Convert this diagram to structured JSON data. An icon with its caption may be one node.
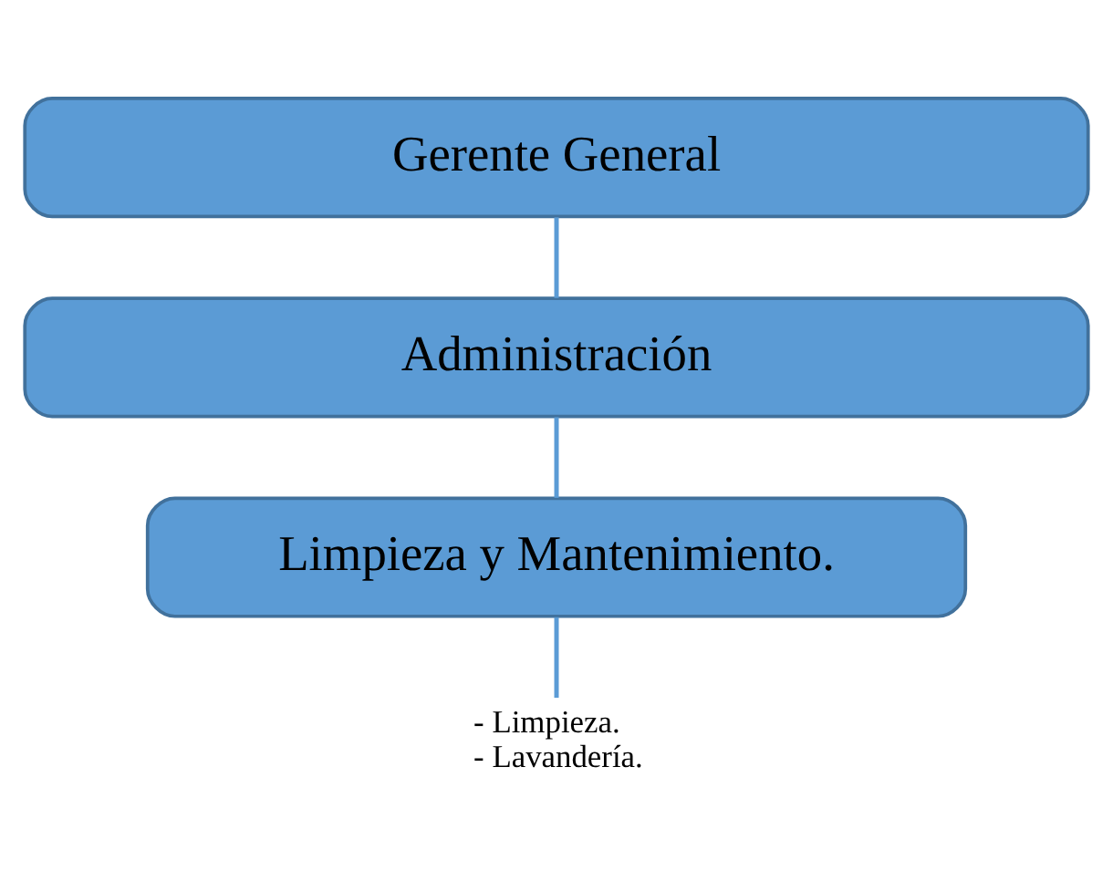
{
  "diagram": {
    "nodes": [
      {
        "text": [
          "Gerente General"
        ]
      },
      {
        "text": [
          "Administración"
        ]
      },
      {
        "text": [
          "Limpieza y Mantenimiento."
        ]
      },
      {
        "text": [
          "- Limpieza.",
          "- Lavandería."
        ]
      }
    ],
    "edges": [
      {
        "from": 0,
        "to": 1,
        "arrow": "none"
      },
      {
        "from": 1,
        "to": 2,
        "arrow": "none"
      },
      {
        "from": 2,
        "to": 3,
        "arrow": "none"
      }
    ]
  }
}
